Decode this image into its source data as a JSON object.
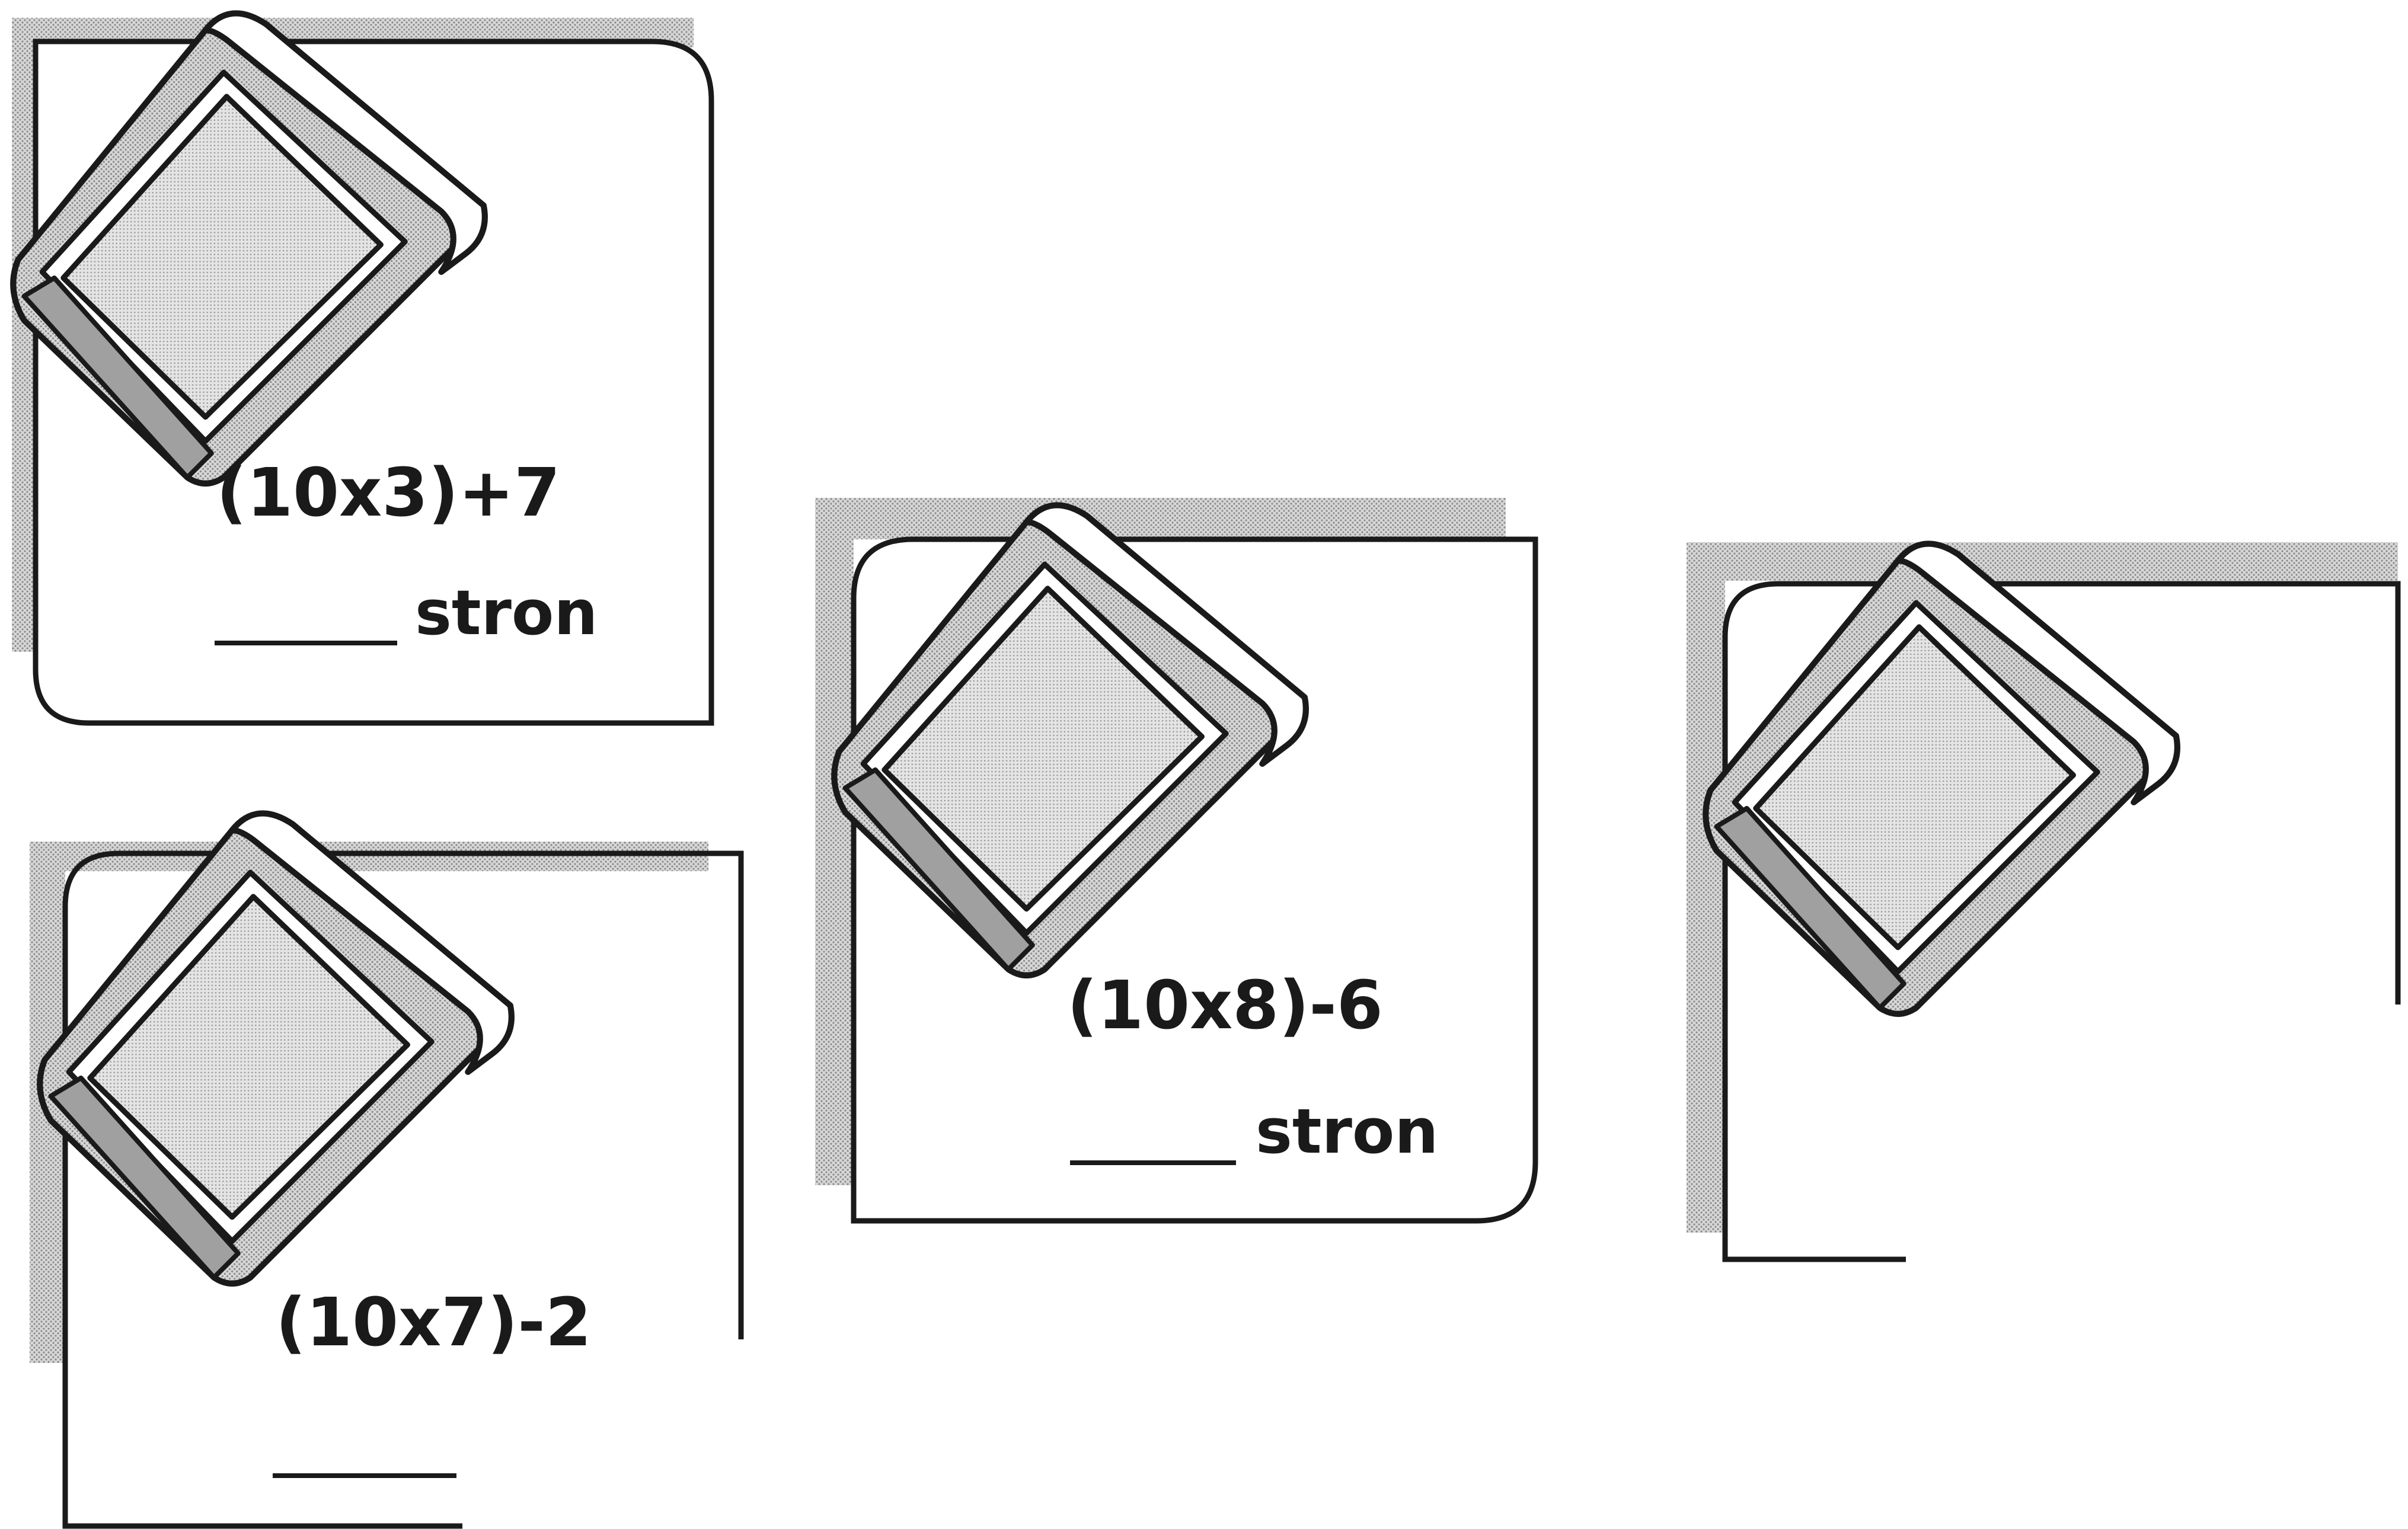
{
  "cards": [
    {
      "expression": "(10x3)+7",
      "unit": "stron"
    },
    {
      "expression": "(10x7)-2",
      "unit": ""
    },
    {
      "expression": "(10x8)-6",
      "unit": "stron"
    },
    {
      "expression": "",
      "unit": ""
    }
  ],
  "icons": {
    "book": "book-icon"
  },
  "colors": {
    "ink": "#1a1a1a",
    "shadow_halftone": "#8a8a8a"
  }
}
